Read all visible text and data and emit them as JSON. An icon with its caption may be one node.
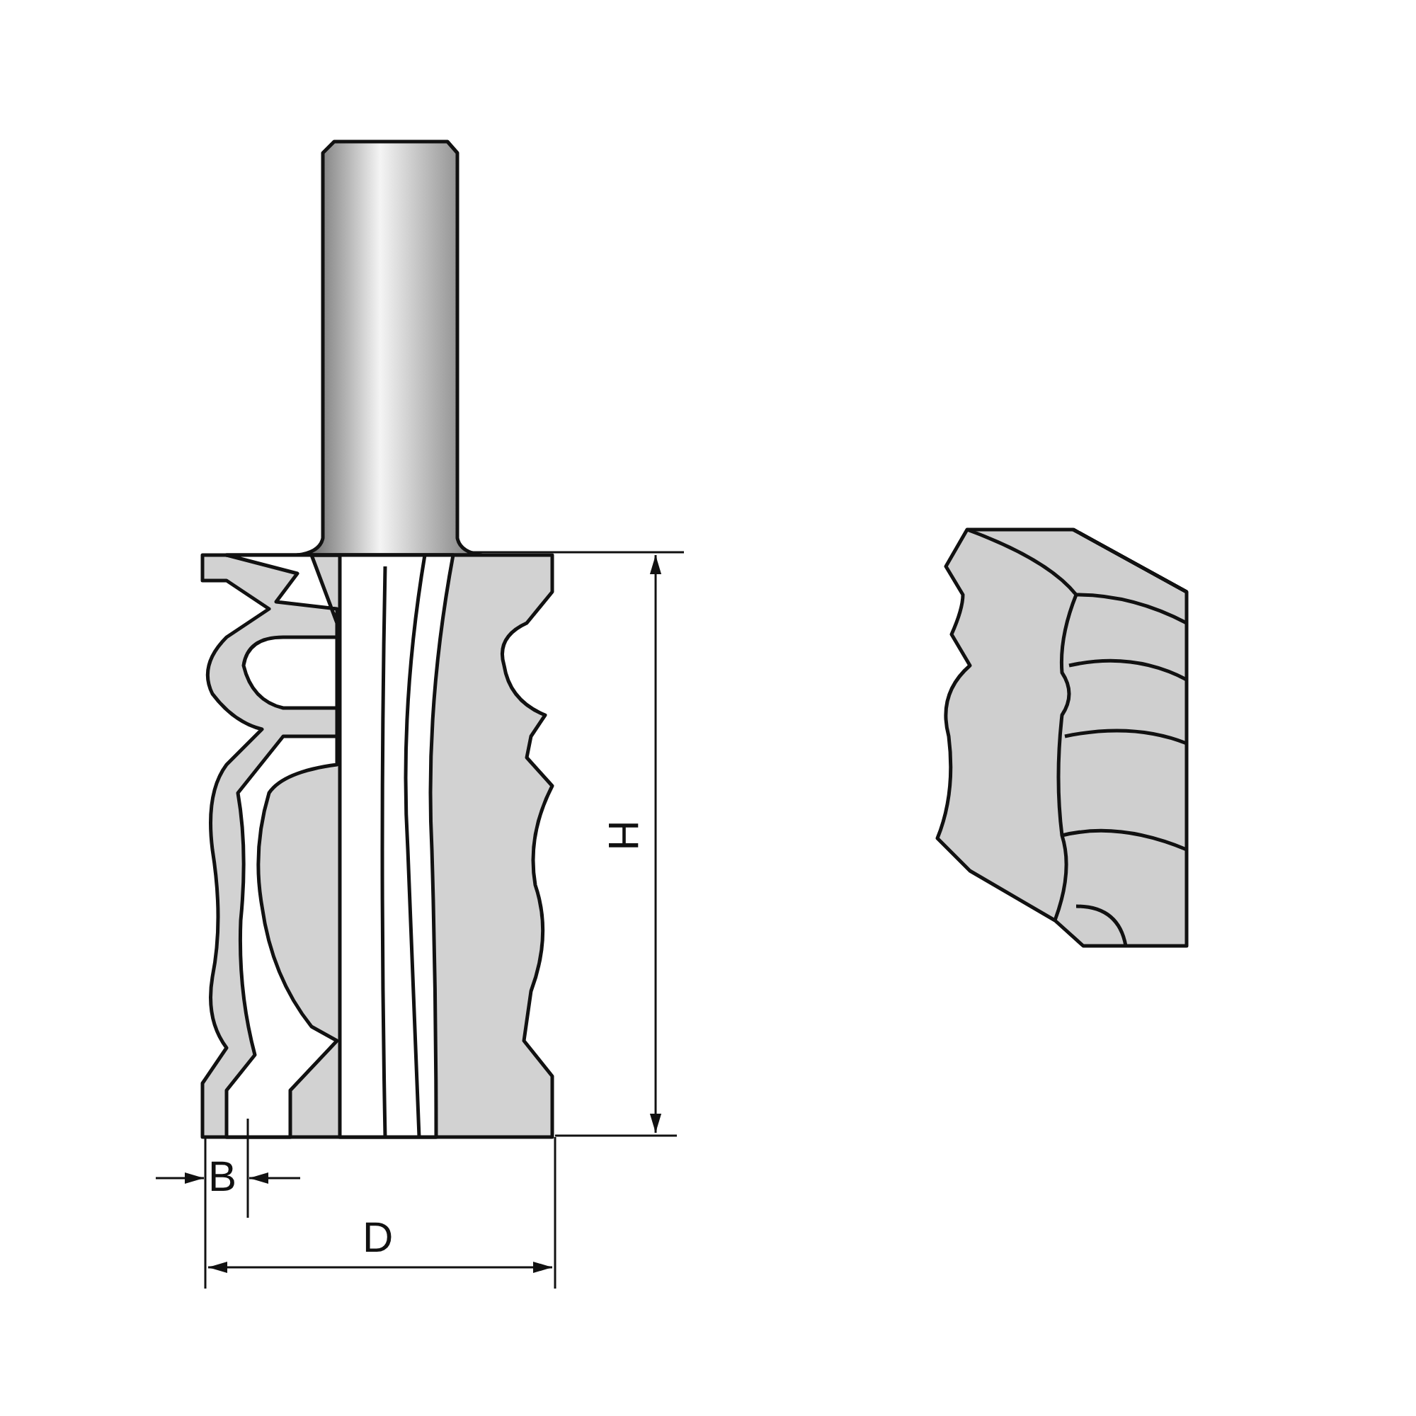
{
  "diagram": {
    "labels": [
      "H",
      "B",
      "D"
    ]
  }
}
